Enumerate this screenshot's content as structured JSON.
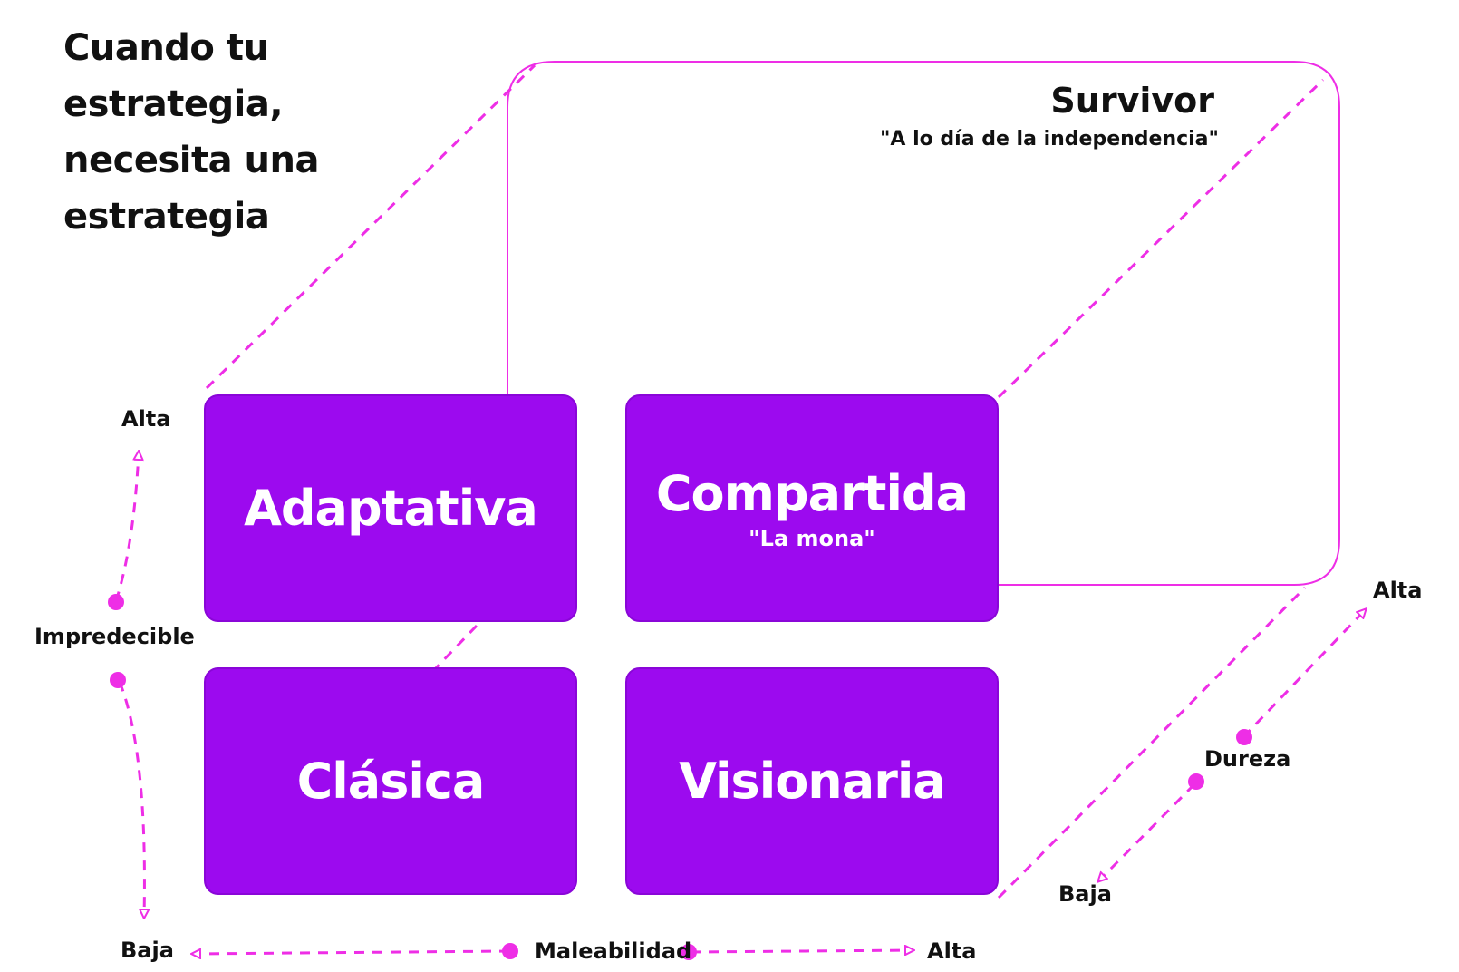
{
  "title_lines": [
    "Cuando tu estrategia,",
    "necesita una",
    "estrategia"
  ],
  "quadrants": {
    "adaptativa": {
      "label": "Adaptativa"
    },
    "compartida": {
      "label": "Compartida",
      "sub": "\"La mona\""
    },
    "clasica": {
      "label": "Clásica"
    },
    "visionaria": {
      "label": "Visionaria"
    }
  },
  "survivor": {
    "label": "Survivor",
    "sub": "\"A lo día de la independencia\""
  },
  "axes": {
    "vertical": {
      "name": "Impredecible",
      "high": "Alta",
      "low": "Baja"
    },
    "horizontal": {
      "name": "Maleabilidad",
      "low": "Baja",
      "high": "Alta"
    },
    "depth": {
      "name": "Dureza",
      "high": "Alta",
      "low": "Baja"
    }
  },
  "colors": {
    "box_fill": "#9c0aef",
    "accent": "#ee2ee6",
    "text": "#111111"
  }
}
